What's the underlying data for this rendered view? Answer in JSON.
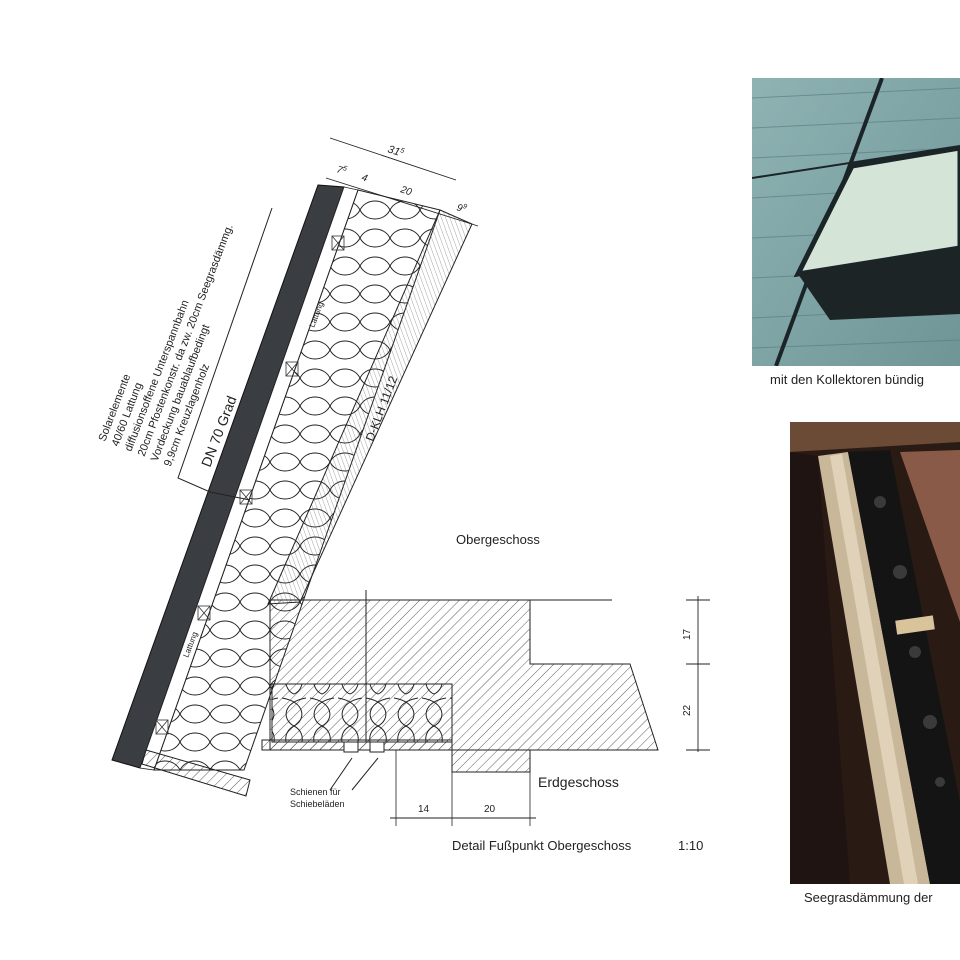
{
  "labels": {
    "upper_floor": "Obergeschoss",
    "ground_floor": "Erdgeschoss",
    "slab_label": "D-KLH 11/12",
    "batten_upper": "Lattung",
    "batten_lower": "Lattung",
    "rails": [
      "Schienen für",
      "Schiebeläden"
    ],
    "roof_pitch": "DN 70 Grad"
  },
  "layer_stack": [
    "Solarelemente",
    "40/60 Lattung",
    "diffusionsoffene Unterspannbahn",
    "20cm Pfostenkonstr. da zw. 20cm Seegrasdämmg.",
    "Vordeckung bauablaufbedingt",
    "9,9cm Kreuzlagenholz"
  ],
  "dimensions": {
    "top_total": "31",
    "top_total_sup": "5",
    "top_a": "7",
    "top_a_sup": "5",
    "top_b": "4",
    "top_c": "20",
    "top_d": "9",
    "top_d_sup": "9",
    "right_upper": "17",
    "right_lower": "22",
    "bottom_a": "14",
    "bottom_b": "20"
  },
  "detail_title": "Detail Fußpunkt Obergeschoss",
  "detail_scale": "1:10",
  "photos": {
    "top_caption": "mit den Kollektoren bündig",
    "bottom_caption": "Seegrasdämmung der"
  }
}
